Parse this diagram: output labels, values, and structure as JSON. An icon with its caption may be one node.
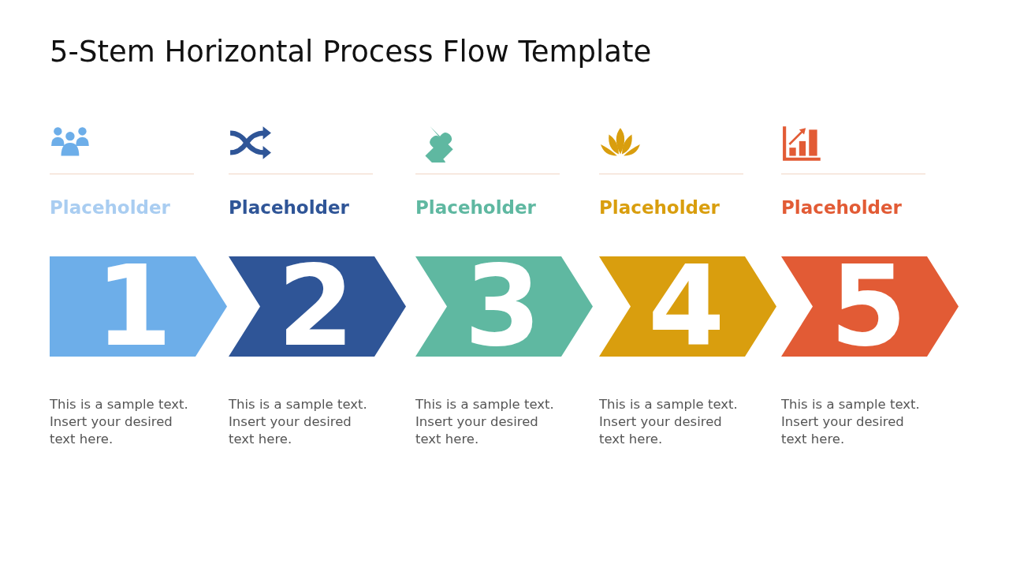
{
  "diagram": {
    "title": "5-Stem Horizontal Process Flow Template",
    "nodes": [
      {
        "text": [
          "Placeholder",
          "1"
        ],
        "beside": [
          "This is a sample text. Insert your desired text here."
        ]
      },
      {
        "text": [
          "Placeholder",
          "2"
        ],
        "beside": [
          "This is a sample text. Insert your desired text here."
        ]
      },
      {
        "text": [
          "Placeholder",
          "3"
        ],
        "beside": [
          "This is a sample text. Insert your desired text here."
        ]
      },
      {
        "text": [
          "Placeholder",
          "4"
        ],
        "beside": [
          "This is a sample text. Insert your desired text here."
        ]
      },
      {
        "text": [
          "Placeholder",
          "5"
        ],
        "beside": [
          "This is a sample text. Insert your desired text here."
        ]
      }
    ]
  }
}
